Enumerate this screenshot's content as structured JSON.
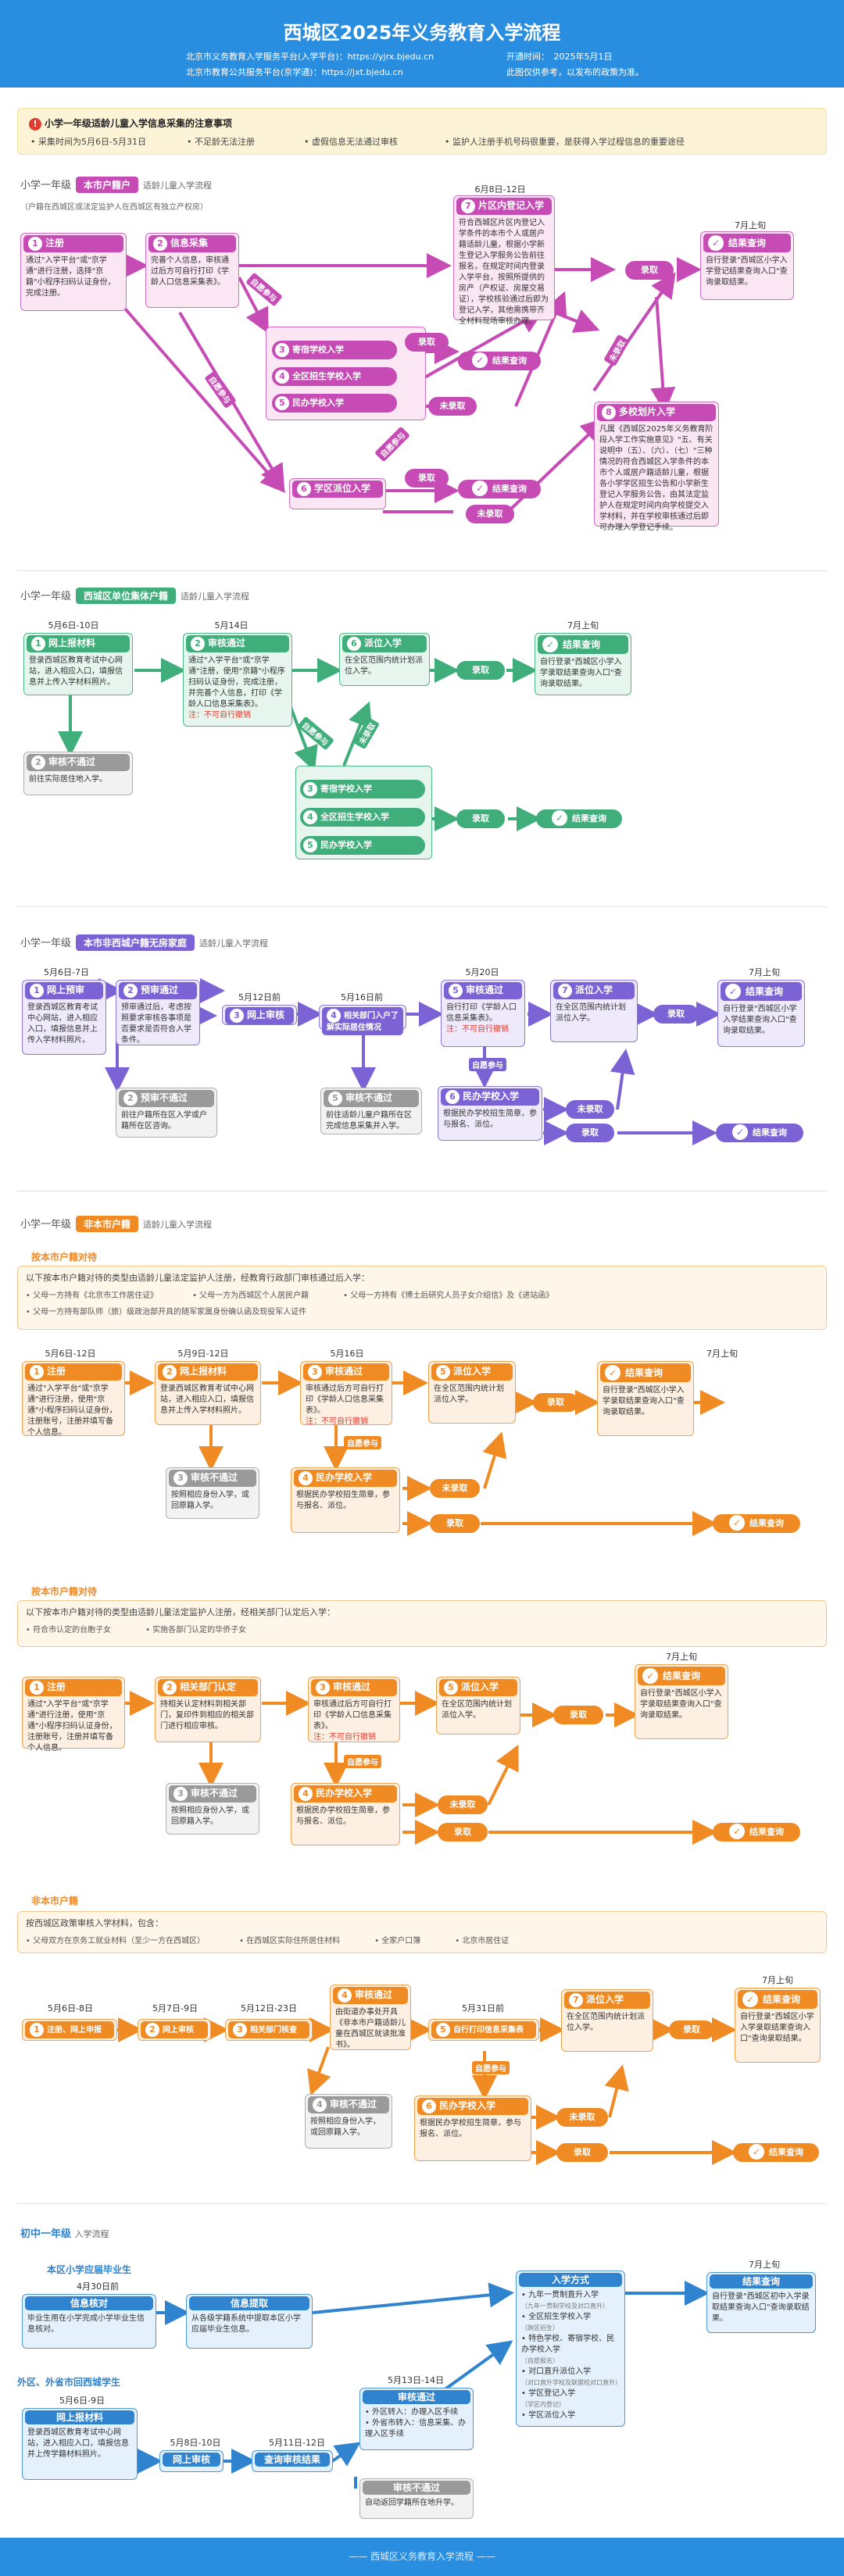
{
  "header": {
    "title": "西城区2025年义务教育入学流程",
    "platform1": "北京市义务教育入学服务平台(入学平台)：https://yjrx.bjedu.cn",
    "platform2": "北京市教育公共服务平台(京学通)：https://jxt.bjedu.cn",
    "open_time": "开通时间：　2025年5月1日",
    "disclaimer": "此图仅供参考，以发布的政策为准。"
  },
  "notice": {
    "title": "小学一年级适龄儿童入学信息采集的注意事项",
    "b1": "采集时间为5月6日-5月31日",
    "b2": "不足龄无法注册",
    "b3": "虚假信息无法通过审核",
    "b4": "监护人注册手机号码很重要，是获得入学过程信息的重要途径"
  },
  "s1": {
    "pre": "小学一年级",
    "pill": "本市户籍户",
    "note": "适龄儿童入学流程",
    "sub": "（户籍在西城区或法定监护人在西城区有独立产权房）",
    "n1h": "注册",
    "n1b": "通过\"入学平台\"或\"京学通\"进行注册，选择\"京籍\"小程序扫码认证身份，完成注册。",
    "n2h": "信息采集",
    "n2b": "完善个人信息，审核通过后方可自行打印《学龄人口信息采集表》。",
    "g1": "寄宿学校入学",
    "g2": "全区招生学校入学",
    "g3": "民办学校入学",
    "n7d": "6月8日-12日",
    "n7h": "片区内登记入学",
    "n7b": "符合西城区片区内登记入学条件的本市个人或居户籍适龄儿童，根据小学新生登记入学服务公告前往报名，在规定时间内登录入学平台，按照所提供的房产（产权证、房屋交易证），学校核验通过后即为登记入学，其他需携带齐全材料现场审核办理。",
    "n8h": "多校划片入学",
    "n8b": "凡属《西城区2025年义务教育阶段入学工作实施意见》\"五、有关说明中（五）、（六）、（七）\"三种情况的符合西城区入学条件的本市个人或居户籍适龄儿童，根据各小学学区招生公告和小学新生登记入学服务公告，由其法定监护人在规定时间内向学校提交入学材料，并在学校审核通过后即可办理入学登记手续。",
    "n6h": "学区派位入学",
    "endd": "7月上旬",
    "endh": "结果查询",
    "endb": "自行登录\"西城区小学入学登记结果查询入口\"查询录取结果。",
    "lq": "录取",
    "wlq": "未录取",
    "jg": "结果查询",
    "zy": "自愿参与",
    "zyp": "自愿参与",
    "wly": "未录取"
  },
  "s2": {
    "pre": "小学一年级",
    "pill": "西城区单位集体户籍",
    "note": "适龄儿童入学流程",
    "d1": "5月6日-10日",
    "n1h": "网上报材料",
    "n1b": "登录西城区教育考试中心网站，进入相应入口，填报信息并上传入学材料照片。",
    "d2": "5月14日",
    "n2h": "审核通过",
    "n2b": "通过\"入学平台\"或\"京学通\"注册，使用\"京籍\"小程序扫码认证身份，完成注册，并完善个人信息，打印《学龄人口信息采集表》。",
    "n2w": "注：不可自行撤销",
    "n3h": "审核不通过",
    "n3b": "前往实际居住地入学。",
    "n6h": "派位入学",
    "n6b": "在全区范围内统计划派位入学。",
    "endd": "7月上旬",
    "endh": "结果查询",
    "endb": "自行登录\"西城区小学入学录取结果查询入口\"查询录取结果。",
    "g1": "寄宿学校入学",
    "g2": "全区招生学校入学",
    "g3": "民办学校入学",
    "lq": "录取",
    "wlq": "未录取",
    "zy": "自愿参与"
  },
  "s3": {
    "pre": "小学一年级",
    "pill": "本市非西城户籍无房家庭",
    "note": "适龄儿童入学流程",
    "d1": "5月6日-7日",
    "n1h": "网上预审",
    "n1b": "登录西城区教育考试中心网站，进入相应入口，填报信息并上传入学材料照片。",
    "n2h": "预审通过",
    "n2b": "预审通过后，考虑按照要求审核各事项是否要求是否符合入学条件。",
    "n22h": "预审不通过",
    "n22b": "前往户籍所在区入学或户籍所在区咨询。",
    "d3": "5月12日前",
    "n3h": "网上审核",
    "d4": "5月16日前",
    "n4h": "相关部门入户了解实际居住情况",
    "n5h": "审核不通过",
    "n5b": "前往适龄儿童户籍所在区完成信息采集并入学。",
    "d5": "5月20日",
    "n5ah": "审核通过",
    "n5ab": "自行打印《学龄人口信息采集表》。",
    "n5aw": "注：不可自行撤销",
    "n6h": "民办学校入学",
    "n6b": "根据民办学校招生简章，参与报名、派位。",
    "n7h": "派位入学",
    "n7b": "在全区范围内统计划派位入学。",
    "endd": "7月上旬",
    "endh": "结果查询",
    "endb": "自行登录\"西城区小学入学结果查询入口\"查询录取结果。",
    "lq": "录取",
    "wlq": "未录取",
    "zy": "自愿参与"
  },
  "s4": {
    "pre": "小学一年级",
    "pill": "非本市户籍",
    "note": "适龄儿童入学流程",
    "p1title": "按本市户籍对待",
    "p1desc": "以下按本市户籍对待的类型由适龄儿童法定监护人注册，经教育行政部门审核通过后入学：",
    "p1a": "父母一方持有《北京市工作居住证》",
    "p1b": "父母一方为西城区个人居民户籍",
    "p1c": "父母一方持有《博士后研究人员子女介绍信》及《进站函》",
    "p1d": "父母一方持有部队师（旅）级政治部开具的随军家属身份确认函及现役军人证件",
    "a_d1": "5月6日-12日",
    "a_n1h": "注册",
    "a_n1b": "通过\"入学平台\"或\"京学通\"进行注册，使用\"京通\"小程序扫码认证身份，注册账号，注册并填写备个人信息。",
    "a_d2": "5月9日-12日",
    "a_n2h": "网上报材料",
    "a_n2b": "登录西城区教育考试中心网站，进入相应入口，填报信息并上传入学材料照片。",
    "a_d3": "5月16日",
    "a_n3h": "审核通过",
    "a_n3b": "审核通过后方可自行打印《学龄人口信息采集表》。",
    "a_n3w": "注：不可自行撤销",
    "a_n3fh": "审核不通过",
    "a_n3fb": "按照相应身份入学，或回原籍入学。",
    "a_n4h": "民办学校入学",
    "a_n4b": "根据民办学校招生简章，参与报名、派位。",
    "a_n5h": "派位入学",
    "a_n5b": "在全区范围内统计划派位入学。",
    "a_endd": "7月上旬",
    "a_endh": "结果查询",
    "a_endb": "自行登录\"西城区小学入学录取结果查询入口\"查询录取结果。",
    "p2title": "按本市户籍对待",
    "p2desc": "以下按本市户籍对待的类型由适龄儿童法定监护人注册，经相关部门认定后入学：",
    "p2a": "符合市认定的台胞子女",
    "p2b": "实施各部门认定的华侨子女",
    "b_n1h": "注册",
    "b_n1b": "通过\"入学平台\"或\"京学通\"进行注册，使用\"京通\"小程序扫码认证身份，注册账号，注册并填写备个人信息。",
    "b_n2h": "相关部门认定",
    "b_n2b": "持相关认定材料到相关部门，复印件到相应的相关部门进行相应审核。",
    "b_n3h": "审核通过",
    "b_n3b": "审核通过后方可自行打印《学龄人口信息采集表》。",
    "b_n3w": "注：不可自行撤销",
    "b_n3fh": "审核不通过",
    "b_n3fb": "按照相应身份入学，或回原籍入学。",
    "b_n4h": "民办学校入学",
    "b_n4b": "根据民办学校招生简章，参与报名、派位。",
    "b_n5h": "派位入学",
    "b_n5b": "在全区范围内统计划派位入学。",
    "b_endd": "7月上旬",
    "b_endh": "结果查询",
    "b_endb": "自行登录\"西城区小学入学录取结果查询入口\"查询录取结果。",
    "p3title": "非本市户籍",
    "p3desc": "按西城区政策审核入学材料，包含：",
    "p3a": "父母双方在京务工就业材料（至少一方在西城区）",
    "p3b": "在西城区实际住所居住材料",
    "p3c": "全家户口簿",
    "p3d": "北京市居住证",
    "c_d1": "5月6日-8日",
    "c_n1h": "注册、网上申报",
    "c_d2": "5月7日-9日",
    "c_n2h": "网上审核",
    "c_d3": "5月12日-23日",
    "c_n3h": "相关部门核查",
    "c_n4h": "审核通过",
    "c_n4b": "由街道办事处开具《非本市户籍适龄儿童在西城区就读批准书》。",
    "c_d5": "5月31日前",
    "c_n5h": "自行打印信息采集表",
    "c_n4fh": "审核不通过",
    "c_n4fb": "按照相应身份入学，或回原籍入学。",
    "c_n6h": "民办学校入学",
    "c_n6b": "根据民办学校招生简章，参与报名、派位。",
    "c_n7h": "派位入学",
    "c_n7b": "在全区范围内统计划派位入学。",
    "c_endd": "7月上旬",
    "c_endh": "结果查询",
    "c_endb": "自行登录\"西城区小学入学录取结果查询入口\"查询录取结果。",
    "lq": "录取",
    "wlq": "未录取",
    "jg": "结果查询",
    "zy": "自愿参与",
    "wly": "未录取"
  },
  "s5": {
    "pre": "初中一年级",
    "note": "入学流程",
    "sub1": "本区小学应届毕业生",
    "d1": "4月30日前",
    "n1h": "信息核对",
    "n1b": "毕业生用在小学完成小学毕业生信息核对。",
    "n2h": "信息提取",
    "n2b": "从各级学籍系统中提取本区小学应届毕业生信息。",
    "wayh": "入学方式",
    "w1": "九年一贯制直升入学",
    "w1s": "（九年一贯制学校及对口直升）",
    "w2": "全区招生学校入学",
    "w2s": "（跨区招生）",
    "w3": "特色学校、寄宿学校、民办学校入学",
    "w3s": "（自愿报名）",
    "w4": "对口直升派位入学",
    "w4s": "（对口直升学校及联盟校对口直升）",
    "w5": "学区登记入学",
    "w5s": "（学区内登记）",
    "w6": "学区派位入学",
    "endd": "7月上旬",
    "endh": "结果查询",
    "endb": "自行登录\"西城区初中入学录取结果查询入口\"查询录取结果。",
    "sub2": "外区、外省市回西城学生",
    "d2": "5月6日-9日",
    "n3h": "网上报材料",
    "n3b": "登录西城区教育考试中心网站，进入相应入口，填报信息并上传学籍材料照片。",
    "d4": "5月8日-10日",
    "n4h": "网上审核",
    "d5": "5月11日-12日",
    "n5h": "查询审核结果",
    "d6": "5月13日-14日",
    "n6h": "审核通过",
    "n6a": "外区转入：办理入区手续",
    "n6b": "外省市转入：信息采集、办理入区手续",
    "n7h": "审核不通过",
    "n7b": "自动返回学籍所在地升学。"
  },
  "footer": "西城区义务教育入学流程",
  "colors": {
    "blue": "#2a8ee0",
    "pink": "#c64bb5",
    "green": "#3fae7a",
    "purple": "#7b63d6",
    "orange": "#f08a23",
    "grey": "#9a9a9a"
  }
}
